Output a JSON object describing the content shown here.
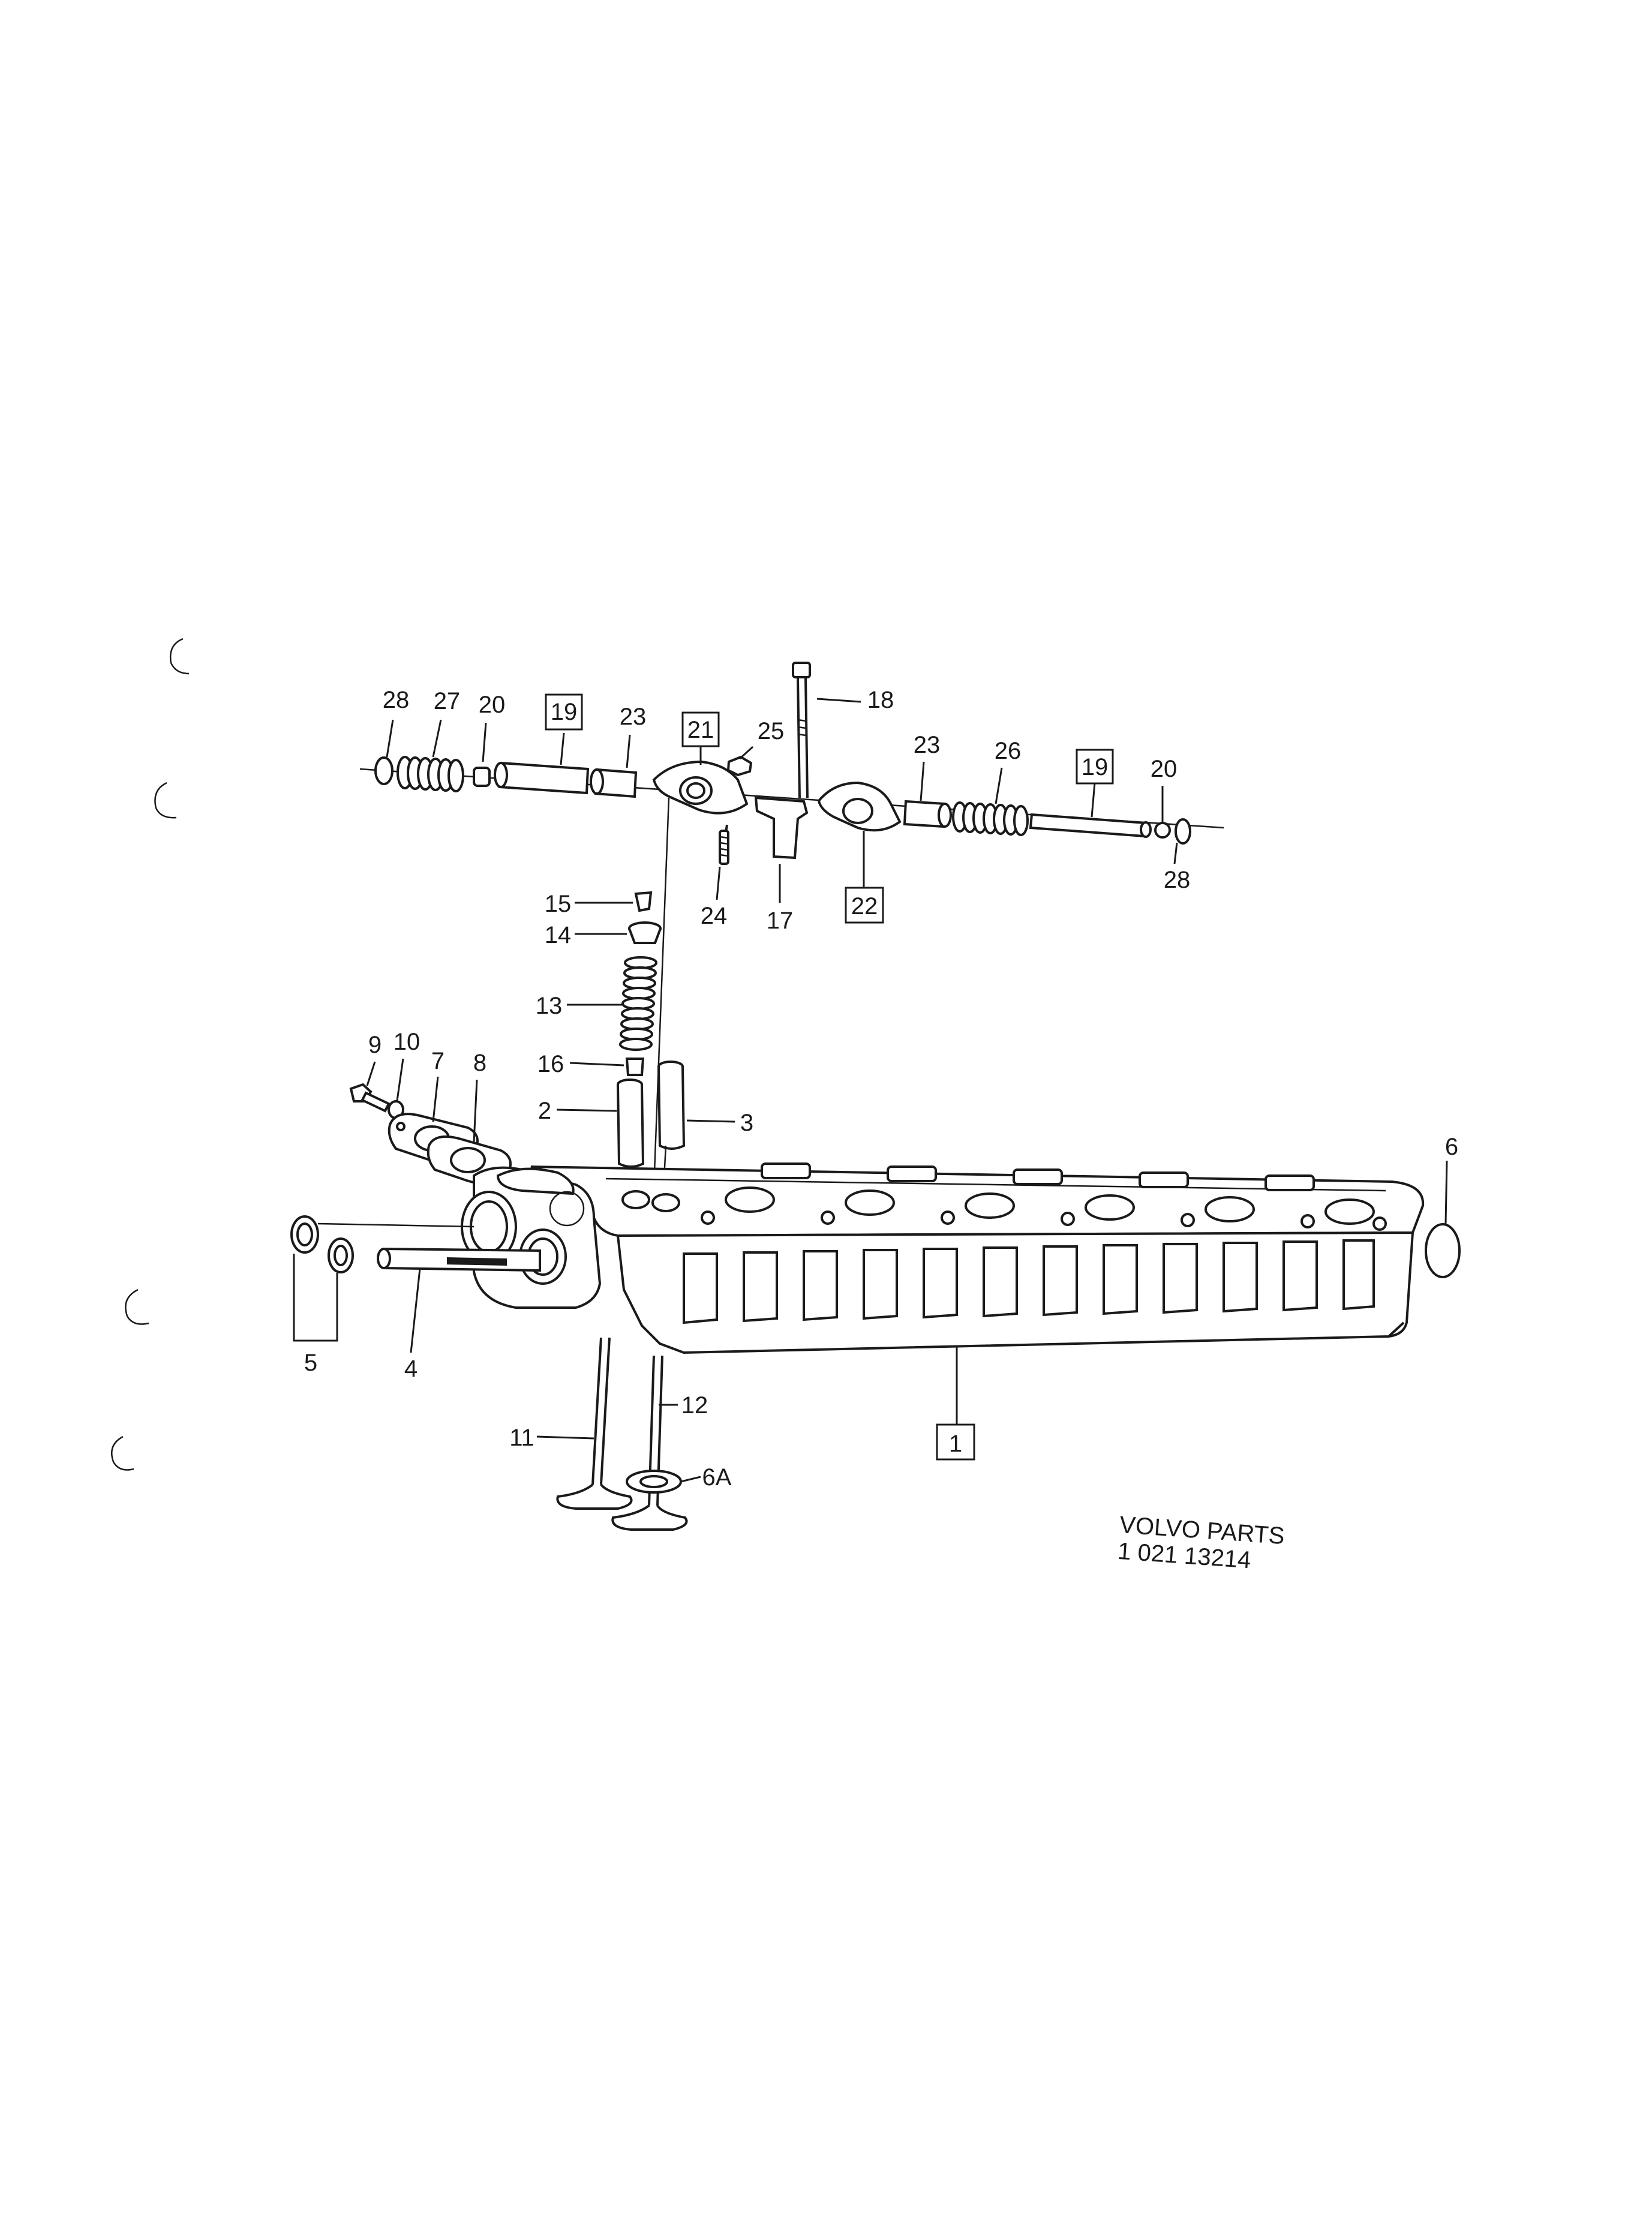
{
  "labels": {
    "p28a": "28",
    "p27": "27",
    "p20a": "20",
    "p19a": "19",
    "p23a": "23",
    "p21": "21",
    "p25": "25",
    "p18": "18",
    "p23b": "23",
    "p26": "26",
    "p19b": "19",
    "p20b": "20",
    "p28b": "28",
    "p15": "15",
    "p14": "14",
    "p24": "24",
    "p17": "17",
    "p22": "22",
    "p13": "13",
    "p9": "9",
    "p10": "10",
    "p7": "7",
    "p8": "8",
    "p16": "16",
    "p2": "2",
    "p3": "3",
    "p6": "6",
    "p5": "5",
    "p4": "4",
    "p1": "1",
    "p12": "12",
    "p11": "11",
    "p6A": "6A"
  },
  "footer": {
    "brand": "VOLVO PARTS",
    "code": "1 021 13214"
  }
}
